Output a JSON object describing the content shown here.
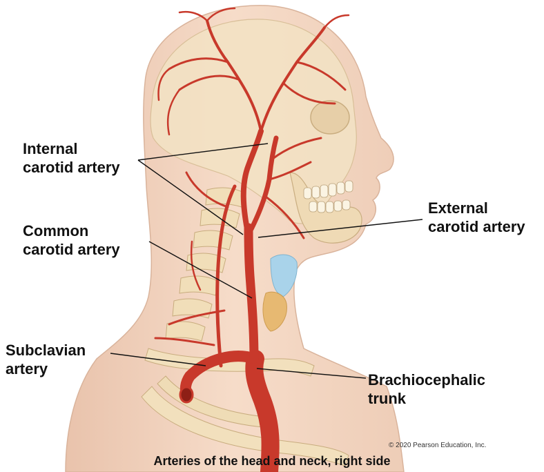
{
  "labels": {
    "internal_carotid": "Internal\ncarotid artery",
    "common_carotid": "Common\ncarotid artery",
    "subclavian": "Subclavian\nartery",
    "external_carotid": "External\ncarotid artery",
    "brachiocephalic": "Brachiocephalic\ntrunk"
  },
  "caption": "Arteries of the head and neck, right side",
  "copyright": "© 2020 Pearson Education, Inc.",
  "colors": {
    "skin": "#f2d5c0",
    "bone": "#f0dcb4",
    "artery": "#c8392b",
    "cartilage": "#a9d3ea"
  }
}
